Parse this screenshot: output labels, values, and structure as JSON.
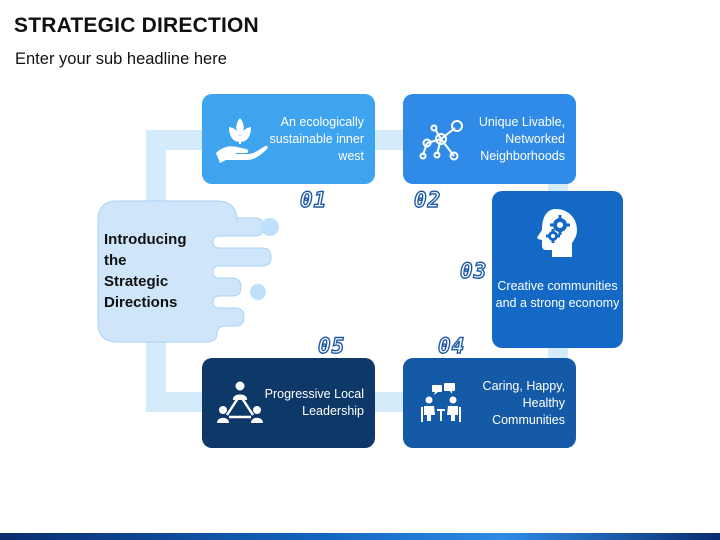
{
  "header": {
    "title": "STRATEGIC DIRECTION",
    "subtitle": "Enter your sub headline here"
  },
  "intro": {
    "lines": [
      "Introducing",
      "the",
      "Strategic",
      "Directions"
    ]
  },
  "directions": [
    {
      "number": "01",
      "text": "An ecologically sustainable inner west",
      "icon": "hand-plant-icon",
      "color": "#3fa4f0"
    },
    {
      "number": "02",
      "text": "Unique Livable, Networked Neighborhoods",
      "icon": "network-icon",
      "color": "#2f8ae8"
    },
    {
      "number": "03",
      "text": "Creative communities and a strong economy",
      "icon": "head-gears-icon",
      "color": "#1469c7"
    },
    {
      "number": "04",
      "text": "Caring, Happy, Healthy Communities",
      "icon": "conversation-icon",
      "color": "#155aa6"
    },
    {
      "number": "05",
      "text": "Progressive Local Leadership",
      "icon": "team-triangle-icon",
      "color": "#0d3868"
    }
  ],
  "colors": {
    "track": "#d4ebfc",
    "number_outline": "#1f5aa8",
    "intro_fill": "#cfe6fa"
  }
}
